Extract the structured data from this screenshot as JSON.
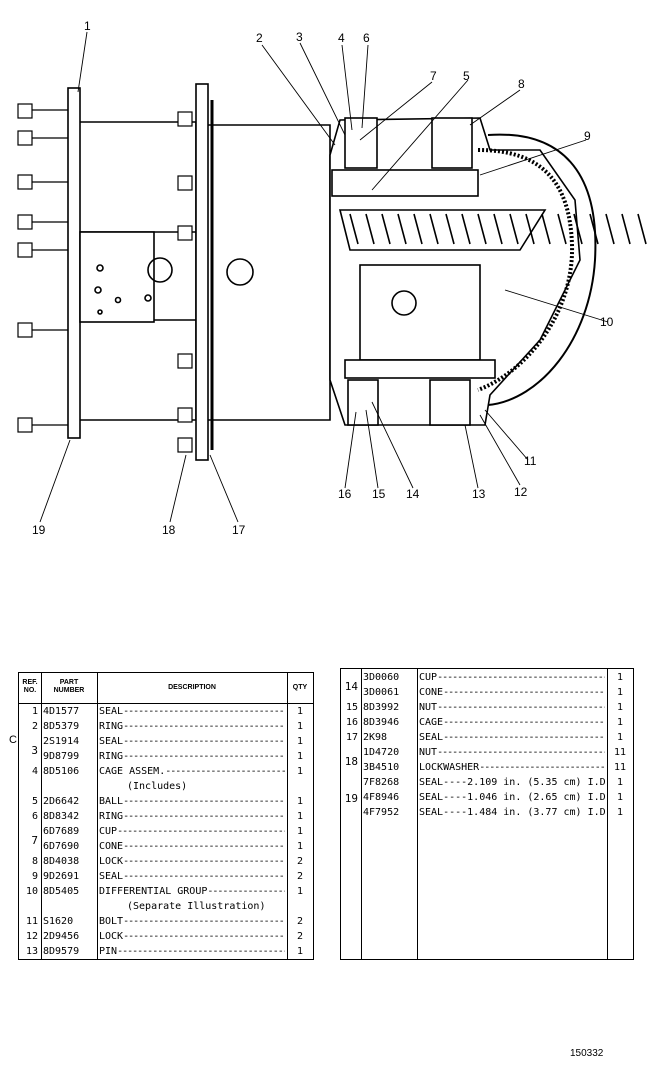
{
  "callouts": [
    "1",
    "2",
    "3",
    "4",
    "6",
    "7",
    "5",
    "8",
    "9",
    "10",
    "11",
    "12",
    "13",
    "14",
    "15",
    "16",
    "17",
    "18",
    "19"
  ],
  "table_headers": {
    "ref": [
      "REF.",
      "NO."
    ],
    "part": [
      "PART",
      "NUMBER"
    ],
    "description": "DESCRIPTION",
    "qty": "QTY"
  },
  "left_rows": [
    {
      "ref": "1",
      "part": "4D1577",
      "desc": "SEAL",
      "qty": "1"
    },
    {
      "ref": "2",
      "part": "8D5379",
      "desc": "RING",
      "qty": "1"
    },
    {
      "ref": "",
      "part": "2S1914",
      "desc": "SEAL",
      "qty": "1"
    },
    {
      "ref": "",
      "part": "9D8799",
      "desc": "RING",
      "qty": "1"
    },
    {
      "ref": "4",
      "part": "8D5106",
      "desc": "CAGE ASSEM.",
      "qty": "1"
    },
    {
      "ref": "",
      "part": "",
      "desc": "(Includes)",
      "qty": ""
    },
    {
      "ref": "5",
      "part": "2D6642",
      "desc": "BALL",
      "qty": "1"
    },
    {
      "ref": "6",
      "part": "8D8342",
      "desc": "RING",
      "qty": "1"
    },
    {
      "ref": "",
      "part": "6D7689",
      "desc": "CUP",
      "qty": "1"
    },
    {
      "ref": "",
      "part": "6D7690",
      "desc": "CONE",
      "qty": "1"
    },
    {
      "ref": "8",
      "part": "8D4038",
      "desc": "LOCK",
      "qty": "2"
    },
    {
      "ref": "9",
      "part": "9D2691",
      "desc": "SEAL",
      "qty": "2"
    },
    {
      "ref": "10",
      "part": "8D5405",
      "desc": "DIFFERENTIAL GROUP",
      "qty": "1"
    },
    {
      "ref": "",
      "part": "",
      "desc": "(Separate Illustration)",
      "qty": ""
    },
    {
      "ref": "11",
      "part": "S1620",
      "desc": "BOLT",
      "qty": "2"
    },
    {
      "ref": "12",
      "part": "2D9456",
      "desc": "LOCK",
      "qty": "2"
    },
    {
      "ref": "13",
      "part": "8D9579",
      "desc": "PIN",
      "qty": "1"
    }
  ],
  "left_groups": [
    {
      "ref": "3",
      "rows": [
        2,
        3
      ]
    },
    {
      "ref": "7",
      "rows": [
        8,
        9
      ]
    }
  ],
  "right_rows": [
    {
      "ref": "",
      "part": "3D0060",
      "desc": "CUP",
      "qty": "1"
    },
    {
      "ref": "",
      "part": "3D0061",
      "desc": "CONE",
      "qty": "1"
    },
    {
      "ref": "15",
      "part": "8D3992",
      "desc": "NUT",
      "qty": "1"
    },
    {
      "ref": "16",
      "part": "8D3946",
      "desc": "CAGE",
      "qty": "1"
    },
    {
      "ref": "17",
      "part": "2K98",
      "desc": "SEAL",
      "qty": "1"
    },
    {
      "ref": "",
      "part": "1D4720",
      "desc": "NUT",
      "qty": "11"
    },
    {
      "ref": "",
      "part": "3B4510",
      "desc": "LOCKWASHER",
      "qty": "11"
    },
    {
      "ref": "",
      "part": "7F8268",
      "desc": "SEAL----2.109 in. (5.35 cm) I.D.",
      "qty": "1"
    },
    {
      "ref": "",
      "part": "4F8946",
      "desc": "SEAL----1.046 in. (2.65 cm) I.D.",
      "qty": "1"
    },
    {
      "ref": "",
      "part": "4F7952",
      "desc": "SEAL----1.484 in. (3.77 cm) I.D.",
      "qty": "1"
    }
  ],
  "right_groups": [
    {
      "ref": "14",
      "rows": [
        0,
        1
      ]
    },
    {
      "ref": "18",
      "rows": [
        5,
        6
      ]
    },
    {
      "ref": "19",
      "rows": [
        7,
        9
      ]
    }
  ],
  "side_letter": "C",
  "image_number": "150332"
}
